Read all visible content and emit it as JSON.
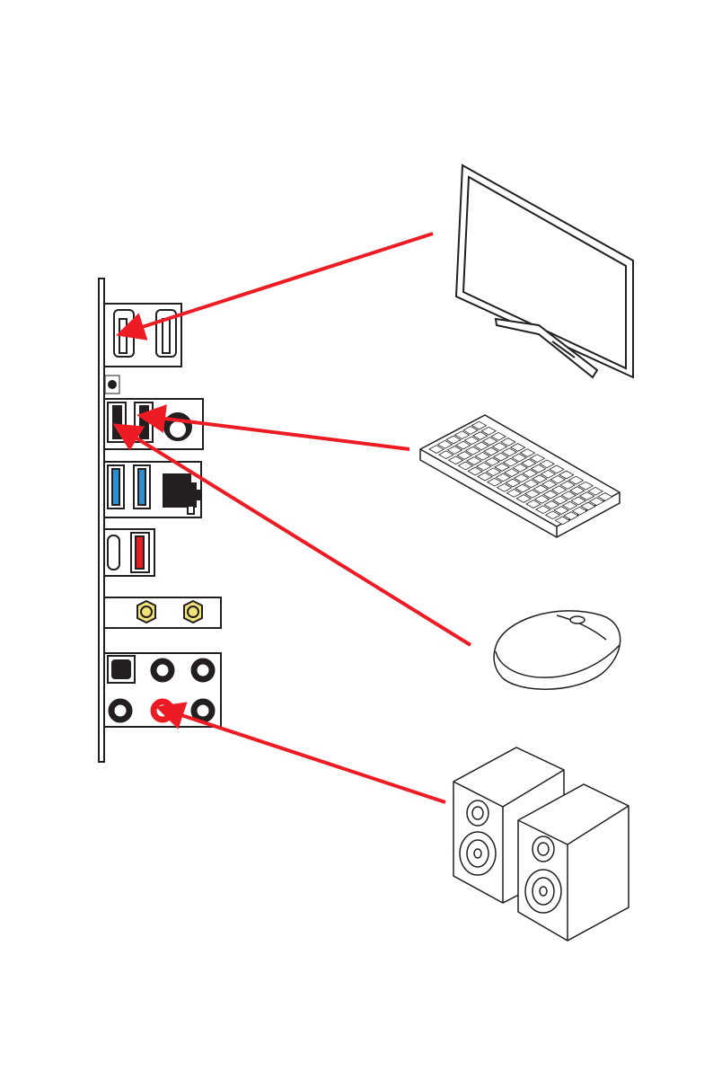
{
  "colors": {
    "arrow": "#ed1c24",
    "usb3_port": "#2e8fd0",
    "usb_highlight": "#e31e24",
    "antenna_connector": "#f2e27a",
    "outline": "#231f20"
  },
  "icons": [
    "monitor-icon",
    "keyboard-icon",
    "mouse-icon",
    "speakers-icon",
    "rear-io-panel-icon"
  ],
  "connections": [
    {
      "device": "monitor-icon",
      "port": "hdmi-port"
    },
    {
      "device": "keyboard-icon",
      "port": "usb-port"
    },
    {
      "device": "mouse-icon",
      "port": "usb-port"
    },
    {
      "device": "speakers-icon",
      "port": "audio-line-out"
    }
  ]
}
